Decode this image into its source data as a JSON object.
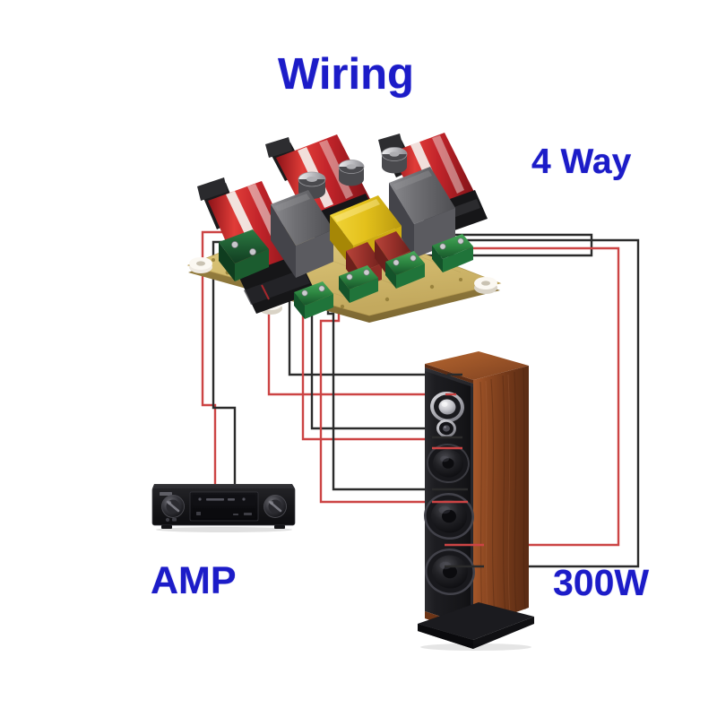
{
  "page": {
    "title": "4 Way Speaker Crossover Wiring Diagram",
    "background": "#ffffff",
    "accent_text_color": "#1c1cc8"
  },
  "labels": {
    "wiring": "Wiring",
    "four_way": "4 Way",
    "amp": "AMP",
    "power": "300W"
  },
  "diagram": {
    "kind": "speaker-crossover-wiring",
    "nodes": [
      {
        "id": "crossover-board",
        "name": "4-way passive crossover PCB",
        "type": "pcb"
      },
      {
        "id": "amplifier",
        "name": "AV receiver / amplifier",
        "type": "amp"
      },
      {
        "id": "speaker",
        "name": "Floorstanding tower speaker",
        "type": "speaker"
      }
    ],
    "wire_colors": {
      "positive": "#cc4444",
      "negative": "#2b2b2b"
    }
  },
  "crossover": {
    "board_color": "#d8c277",
    "input_terminal_color": "#1f5a33",
    "output_terminal_color": "#2e8b3d",
    "inductor_color": "#c0242a",
    "components": [
      {
        "name": "air-core-inductor-left",
        "color": "#c0242a"
      },
      {
        "name": "air-core-inductor-mid",
        "color": "#c0242a"
      },
      {
        "name": "air-core-inductor-right",
        "color": "#c0242a"
      },
      {
        "name": "mpp-capacitor-gray-left",
        "color": "#6d6d70"
      },
      {
        "name": "mpp-capacitor-gray-right",
        "color": "#6d6d70"
      },
      {
        "name": "mkp-capacitor-yellow",
        "color": "#e8c520"
      },
      {
        "name": "film-capacitor-red-a",
        "color": "#a7322c"
      },
      {
        "name": "film-capacitor-red-b",
        "color": "#a7322c"
      },
      {
        "name": "electrolytic-cap-a",
        "color": "#c9c9cc"
      },
      {
        "name": "electrolytic-cap-b",
        "color": "#c9c9cc"
      },
      {
        "name": "electrolytic-cap-c",
        "color": "#c9c9cc"
      }
    ],
    "input_terminals": [
      {
        "name": "input-positive",
        "polarity": "+"
      },
      {
        "name": "input-negative",
        "polarity": "-"
      }
    ],
    "output_terminals": [
      {
        "name": "output-tweeter",
        "way": 1
      },
      {
        "name": "output-midrange",
        "way": 2
      },
      {
        "name": "output-midbass",
        "way": 3
      },
      {
        "name": "output-woofer",
        "way": 4
      }
    ],
    "standoff_color": "#efeae0"
  },
  "amplifier": {
    "name": "AV receiver",
    "body_color": "#18181a",
    "knobs": [
      {
        "name": "volume-knob-left"
      },
      {
        "name": "input-knob-right"
      }
    ],
    "display": {
      "name": "front-panel-display"
    },
    "inputs": [
      {
        "name": "speaker-out-positive",
        "color": "#cc4444"
      },
      {
        "name": "speaker-out-negative",
        "color": "#2b2b2b"
      }
    ]
  },
  "speaker": {
    "name": "Floorstanding tower speaker",
    "cabinet_color": "#8a4a22",
    "baffle_color": "#1b1b1d",
    "base_color": "#141416",
    "drivers": [
      {
        "name": "driver-tweeter",
        "label": "Tweeter",
        "way": 1
      },
      {
        "name": "driver-supertweeter",
        "label": "Super tweeter",
        "way": 1
      },
      {
        "name": "driver-midrange",
        "label": "Midrange",
        "way": 2
      },
      {
        "name": "driver-midbass",
        "label": "Mid-bass",
        "way": 3
      },
      {
        "name": "driver-woofer",
        "label": "Woofer",
        "way": 4
      }
    ]
  }
}
